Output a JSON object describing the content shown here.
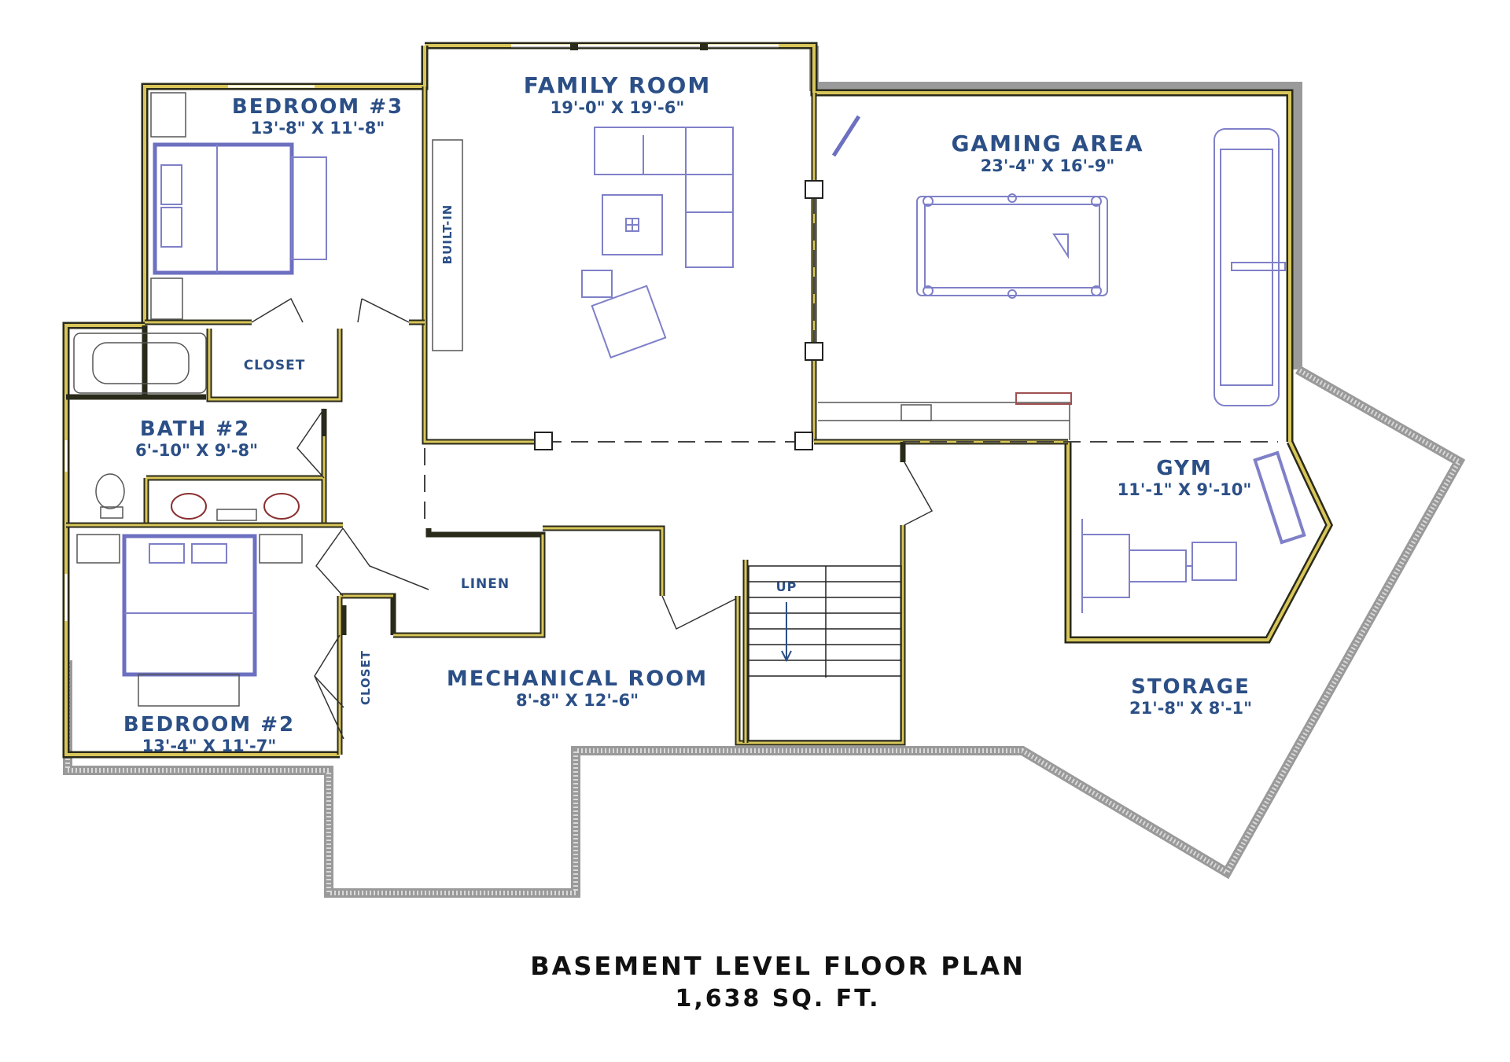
{
  "rooms": {
    "family_room": {
      "name": "FAMILY ROOM",
      "dims": "19'-0\" X 19'-6\""
    },
    "gaming_area": {
      "name": "GAMING AREA",
      "dims": "23'-4\" X 16'-9\""
    },
    "bedroom3": {
      "name": "BEDROOM #3",
      "dims": "13'-8\" X 11'-8\""
    },
    "bath2": {
      "name": "BATH #2",
      "dims": "6'-10\" X 9'-8\""
    },
    "bedroom2": {
      "name": "BEDROOM #2",
      "dims": "13'-4\" X 11'-7\""
    },
    "gym": {
      "name": "GYM",
      "dims": "11'-1\" X 9'-10\""
    },
    "mechanical": {
      "name": "MECHANICAL ROOM",
      "dims": "8'-8\" X 12'-6\""
    },
    "storage": {
      "name": "STORAGE",
      "dims": "21'-8\" X 8'-1\""
    }
  },
  "labels": {
    "closet_upper": "CLOSET",
    "closet_lower": "CLOSET",
    "linen": "LINEN",
    "built_in": "BUILT-IN",
    "stair_up": "UP"
  },
  "title": {
    "main": "BASEMENT LEVEL FLOOR PLAN",
    "area": "1,638 SQ. FT."
  },
  "colors": {
    "wall": "#2a2a1a",
    "wall_fill": "#d8c65a",
    "label": "#2b4f86",
    "furniture": "#7f80c8",
    "foundation": "#9a9a9a"
  }
}
